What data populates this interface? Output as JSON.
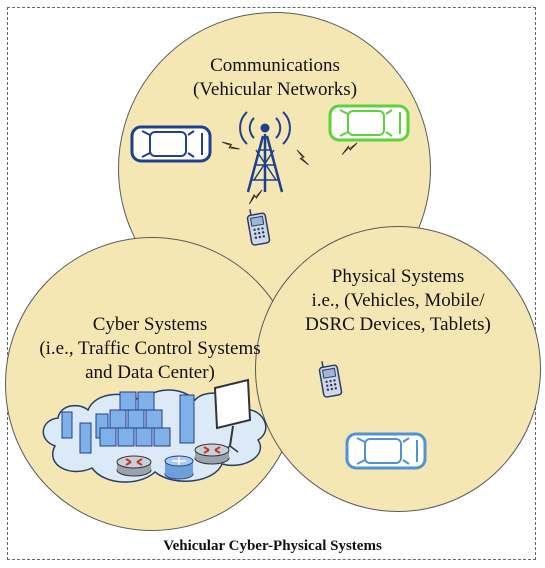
{
  "diagram": {
    "caption": "Vehicular Cyber-Physical Systems",
    "communications": {
      "line1": "Communications",
      "line2": "(Vehicular Networks)"
    },
    "physical": {
      "line1": "Physical Systems",
      "line2": "i.e., (Vehicles, Mobile/",
      "line3": "DSRC Devices, Tablets)"
    },
    "cyber": {
      "line1": "Cyber Systems",
      "line2": "(i.e., Traffic Control Systems",
      "line3": "and Data Center)"
    },
    "colors": {
      "circle_fill": "#f4e7b3",
      "car_blue": "#1f3f8f",
      "car_green": "#5fd13a",
      "car_lightblue": "#4f93d6",
      "lightning": "#f2d500",
      "cloud": "#dceaf8"
    },
    "icons": [
      "radio-tower-icon",
      "car-icon",
      "phone-icon",
      "lightning-icon",
      "cloud-icon",
      "server-icon",
      "router-icon",
      "projector-screen-icon"
    ]
  }
}
